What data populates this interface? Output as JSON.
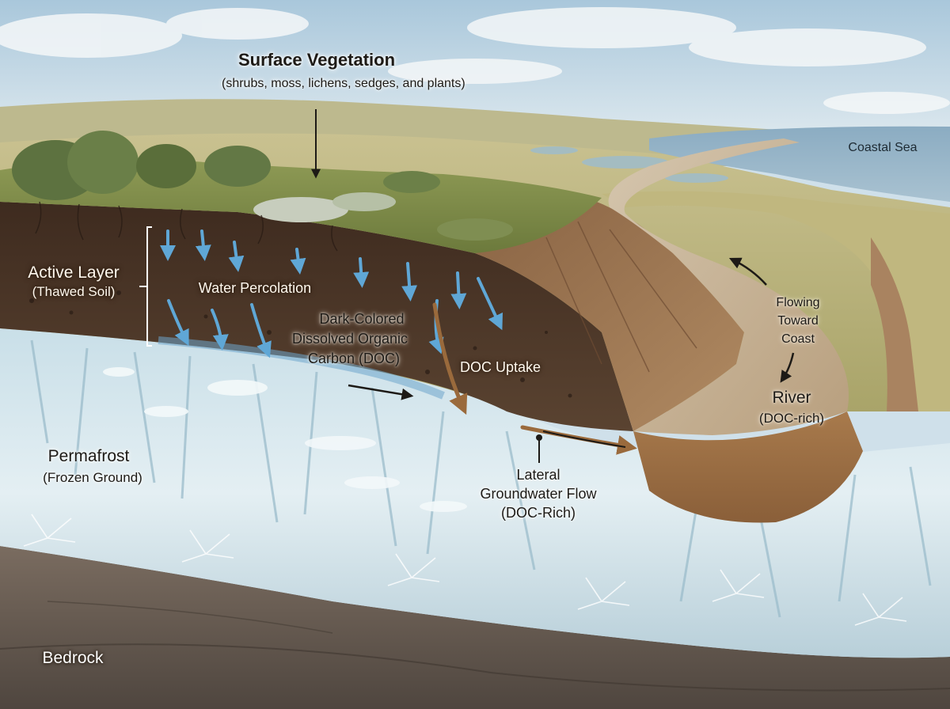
{
  "labels": {
    "surface_vegetation": {
      "title": "Surface Vegetation",
      "subtitle": "(shrubs, moss, lichens, sedges, and plants)"
    },
    "coastal_sea": "Coastal Sea",
    "active_layer": {
      "title": "Active Layer",
      "subtitle": "(Thawed Soil)"
    },
    "water_percolation": "Water Percolation",
    "doc": {
      "line1": "Dark-Colored",
      "line2": "Dissolved Organic",
      "line3": "Carbon (DOC)"
    },
    "doc_uptake": "DOC Uptake",
    "flowing": {
      "line1": "Flowing",
      "line2": "Toward",
      "line3": "Coast"
    },
    "river": {
      "title": "River",
      "subtitle": "(DOC-rich)"
    },
    "permafrost": {
      "title": "Permafrost",
      "subtitle": "(Frozen Ground)"
    },
    "lateral_flow": {
      "line1": "Lateral",
      "line2": "Groundwater Flow",
      "line3": "(DOC-Rich)"
    },
    "bedrock": "Bedrock"
  },
  "colors": {
    "sky": "#cfe0ea",
    "sea": "#8fb1c6",
    "tundra": "#b9b27a",
    "active_soil": "#4a3527",
    "permafrost": "#dbe9ef",
    "bedrock": "#6e6258",
    "river": "#c9b79c",
    "doc_flow": "#9a6a3c",
    "water_arrow": "#5fa7d6"
  }
}
